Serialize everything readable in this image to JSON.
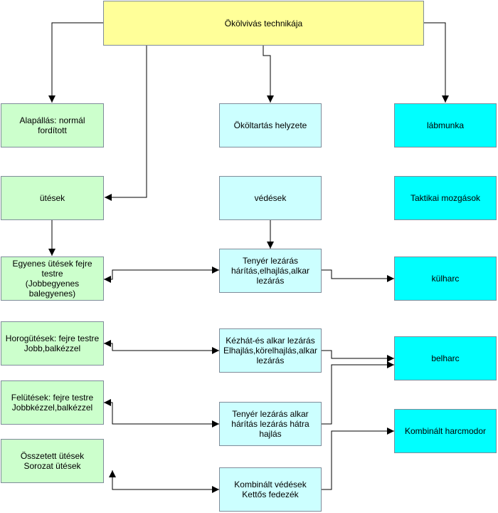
{
  "colors": {
    "root": "#ffff99",
    "green": "#ccffcc",
    "light": "#ccffff",
    "cyan": "#00ffff",
    "line": "#000000"
  },
  "nodes": {
    "root": "Ökölvivás technikája",
    "alapallas": "Alapállás: normál\nfordított",
    "okoltartas": "Ököltartás helyzete",
    "labmunka": "lábmunka",
    "utesek": "ütések",
    "vedesek": "védések",
    "taktikai": "Taktikai mozgások",
    "egyenes": "Egyenes ütések fejre\ntestre\n(Jobbegyenes\nbalegyenes)",
    "tenyer1": "Tenyér lezárás\nhárítás,elhajlás,alkar\nlezárás",
    "kulharc": "külharc",
    "horog": "Horogütések: fejre testre\nJobb,balkézzel",
    "kezhat": "Kézhát-és alkar lezárás\nElhajlás,körelhajlás,alkar\nlezárás",
    "belharc": "belharc",
    "felutesek": "Felütések: fejre testre\nJobbkézzel,balkézzel",
    "tenyer2": "Tenyér lezárás alkar\nhárítás lezárás hátra\nhajlás",
    "kombharc": "Kombinált harcmodor",
    "osszetett": "Összetett ütések\nSorozat ütések",
    "kombved": "Kombinált védések\nKettős fedezék"
  }
}
